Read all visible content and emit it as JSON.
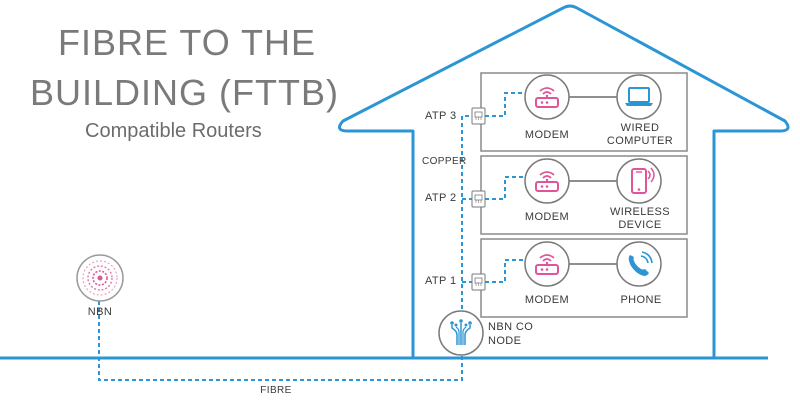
{
  "title": {
    "line1": "FIBRE TO THE",
    "line2": "BUILDING (FTTB)",
    "subtitle": "Compatible Routers"
  },
  "labels": {
    "nbn": "NBN",
    "fibre": "FIBRE",
    "copper": "COPPER",
    "node_line1": "NBN CO",
    "node_line2": "NODE"
  },
  "floors": [
    {
      "atp": "ATP 3",
      "modem": "MODEM",
      "device_line1": "WIRED",
      "device_line2": "COMPUTER",
      "device_icon": "laptop-icon"
    },
    {
      "atp": "ATP 2",
      "modem": "MODEM",
      "device_line1": "WIRELESS",
      "device_line2": "DEVICE",
      "device_icon": "smartphone-icon"
    },
    {
      "atp": "ATP 1",
      "modem": "MODEM",
      "device_line1": "PHONE",
      "device_line2": "",
      "device_icon": "phone-icon"
    }
  ],
  "colors": {
    "blue": "#2b95d6",
    "pink": "#e0559a",
    "outline": "#8a8a8a",
    "text": "#3a3a3a"
  }
}
